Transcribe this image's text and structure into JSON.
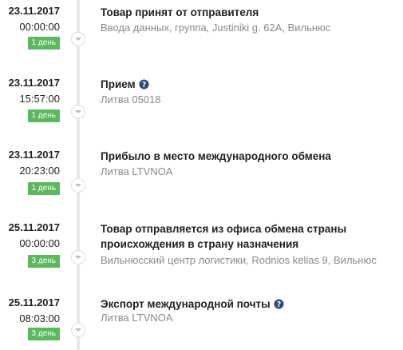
{
  "events": [
    {
      "date": "23.11.2017",
      "time": "00:00:00",
      "duration": "1 день",
      "title": "Товар принят от отправителя",
      "place": "Ввода данных, группа, Justiniki g. 62A, Вильнюс",
      "has_help": false
    },
    {
      "date": "23.11.2017",
      "time": "15:57:00",
      "duration": "1 день",
      "title": "Прием",
      "place": "Литва 05018",
      "has_help": true
    },
    {
      "date": "23.11.2017",
      "time": "20:23:00",
      "duration": "1 день",
      "title": "Прибыло в место международного обмена",
      "place": "Литва LTVNOA",
      "has_help": false
    },
    {
      "date": "25.11.2017",
      "time": "00:00:00",
      "duration": "3 день",
      "title_line1": "Товар отправляется из офиса обмена страны",
      "title_line2": "происхождения в страну назначения",
      "place": "Вильнюсский центр логистики, Rodnios kelias 9, Вильнюс",
      "has_help": false
    },
    {
      "date": "25.11.2017",
      "time": "08:03:00",
      "duration": "3 день",
      "title": "Экспорт международной почты",
      "place": "Литва LTVNOA",
      "has_help": true
    }
  ],
  "colors": {
    "badge": "#5cb85c",
    "help_icon": "#2a4a7a",
    "line": "#e9e9e9"
  },
  "icons": {
    "marker": "chevron-down-icon",
    "help": "question-circle-icon"
  }
}
